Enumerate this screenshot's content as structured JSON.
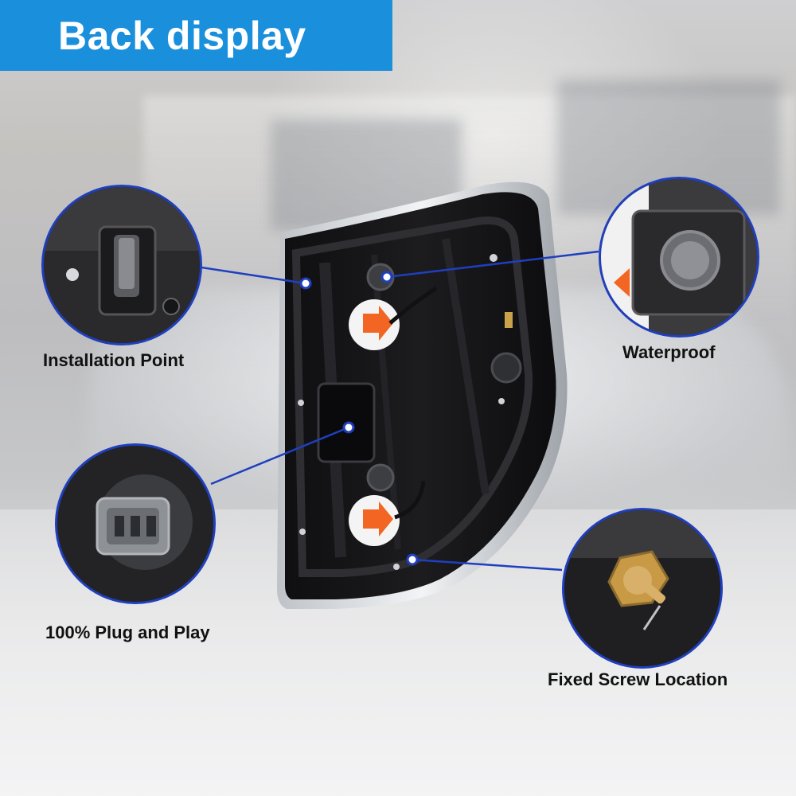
{
  "banner": {
    "title": "Back display"
  },
  "callouts": [
    {
      "id": "installation-point",
      "label": "Installation Point"
    },
    {
      "id": "waterproof",
      "label": "Waterproof"
    },
    {
      "id": "plug-and-play",
      "label": "100% Plug and Play"
    },
    {
      "id": "fixed-screw-location",
      "label": "Fixed Screw Location"
    }
  ],
  "colors": {
    "banner": "#1a8fdc",
    "callout_ring": "#1f3fbe",
    "arrow_icon": "#f26522"
  }
}
